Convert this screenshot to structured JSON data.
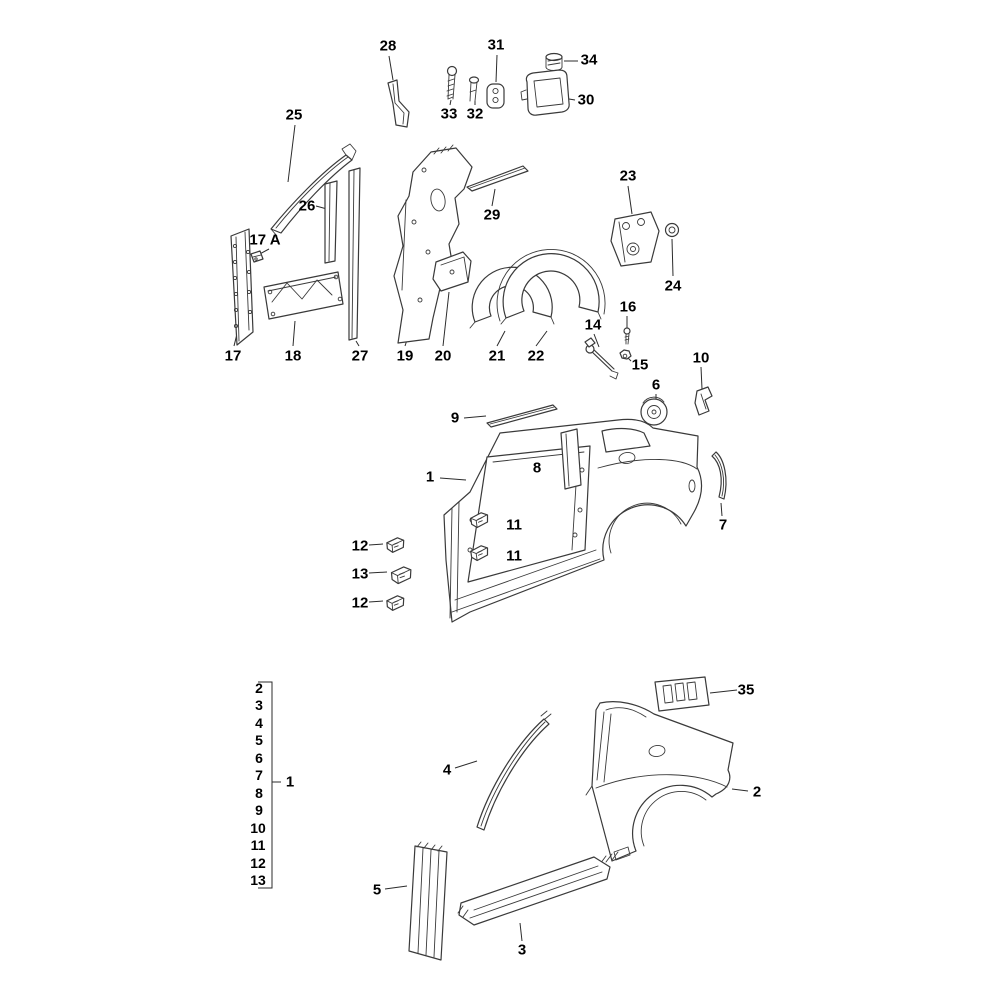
{
  "figure": {
    "type": "exploded-parts-diagram",
    "subject": "car body side panel and quarter panel"
  },
  "callouts": {
    "c28": "28",
    "c33": "33",
    "c32": "32",
    "c31": "31",
    "c34": "34",
    "c30": "30",
    "c25": "25",
    "c26": "26",
    "c17a": "17 A",
    "c23": "23",
    "c29": "29",
    "c24": "24",
    "c17": "17",
    "c18": "18",
    "c27": "27",
    "c19": "19",
    "c20": "20",
    "c21": "21",
    "c22": "22",
    "c14": "14",
    "c16": "16",
    "c15": "15",
    "c6": "6",
    "c10": "10",
    "c9": "9",
    "c1_body": "1",
    "c8": "8",
    "c7": "7",
    "c11_upper": "11",
    "c11_lower": "11",
    "c12_upper": "12",
    "c13": "13",
    "c12_lower": "12",
    "c35": "35",
    "c4": "4",
    "c2_panel": "2",
    "c1_list": "1",
    "c5": "5",
    "c3": "3"
  },
  "parts_list": [
    "2",
    "3",
    "4",
    "5",
    "6",
    "7",
    "8",
    "9",
    "10",
    "11",
    "12",
    "13"
  ]
}
